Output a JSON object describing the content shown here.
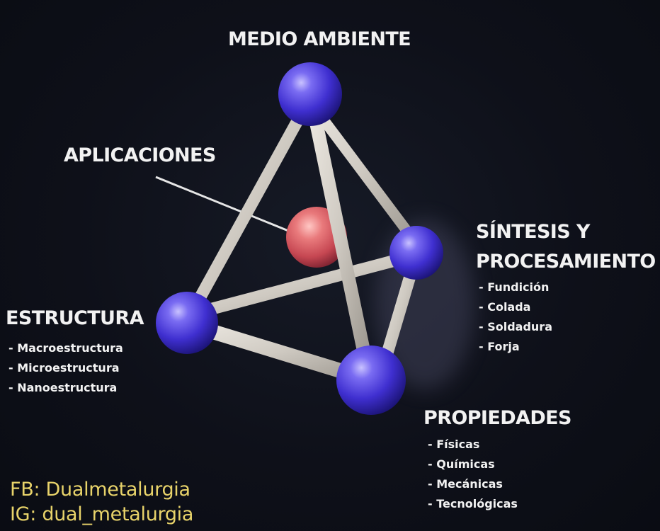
{
  "colors": {
    "background": "#0e1019",
    "text": "#f2f2f2",
    "node": "#4b3ad6",
    "center_node": "#d9575f",
    "rod": "#cfcac2",
    "credit": "#e8d36a"
  },
  "diagram": {
    "top_node": {
      "title": "MEDIO AMBIENTE"
    },
    "center_node": {
      "title": "APLICACIONES"
    },
    "right_node": {
      "title_line1": "SÍNTESIS Y",
      "title_line2": "PROCESAMIENTO",
      "items": [
        "- Fundición",
        "- Colada",
        "- Soldadura",
        "- Forja"
      ]
    },
    "left_node": {
      "title": "ESTRUCTURA",
      "items": [
        "- Macroestructura",
        "- Microestructura",
        "- Nanoestructura"
      ]
    },
    "bottom_node": {
      "title": "PROPIEDADES",
      "items": [
        "- Físicas",
        "- Químicas",
        "- Mecánicas",
        "- Tecnológicas"
      ]
    }
  },
  "credits": {
    "facebook": "FB: Dualmetalurgia",
    "instagram": "IG: dual_metalurgia"
  }
}
